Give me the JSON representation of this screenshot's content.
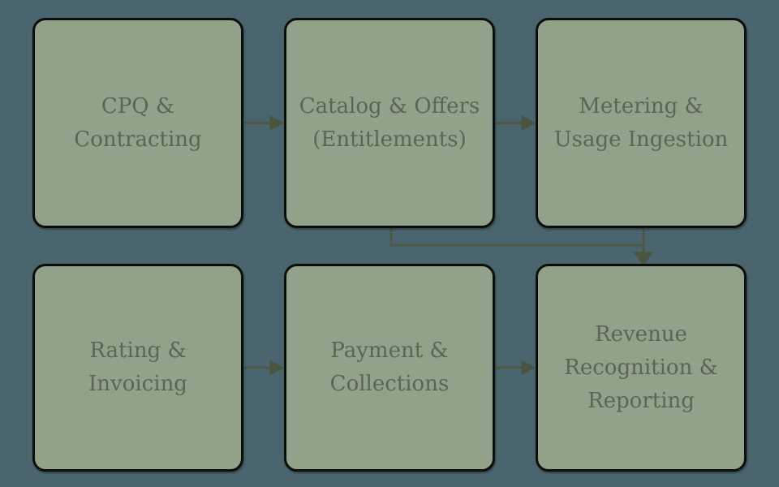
{
  "diagram": {
    "nodes": [
      {
        "id": "cpq",
        "label": "CPQ &\nContracting"
      },
      {
        "id": "catalog",
        "label": "Catalog & Offers\n(Entitlements)"
      },
      {
        "id": "metering",
        "label": "Metering &\nUsage Ingestion"
      },
      {
        "id": "rating",
        "label": "Rating &\nInvoicing"
      },
      {
        "id": "payment",
        "label": "Payment &\nCollections"
      },
      {
        "id": "revenue",
        "label": "Revenue\nRecognition &\nReporting"
      }
    ],
    "edges": [
      {
        "from": "cpq",
        "to": "catalog",
        "direction": "right"
      },
      {
        "from": "catalog",
        "to": "metering",
        "direction": "right"
      },
      {
        "from": "catalog",
        "to": "revenue",
        "direction": "down-via-elbow"
      },
      {
        "from": "metering",
        "to": "revenue",
        "direction": "down"
      },
      {
        "from": "rating",
        "to": "payment",
        "direction": "right"
      },
      {
        "from": "payment",
        "to": "revenue",
        "direction": "right"
      }
    ],
    "colors": {
      "background": "#4a656d",
      "node-fill": "#92a289",
      "node-border": "#0d0d0d",
      "node-text": "#5b6553",
      "edge": "#4d5944",
      "arrowhead": "#49553f"
    }
  }
}
